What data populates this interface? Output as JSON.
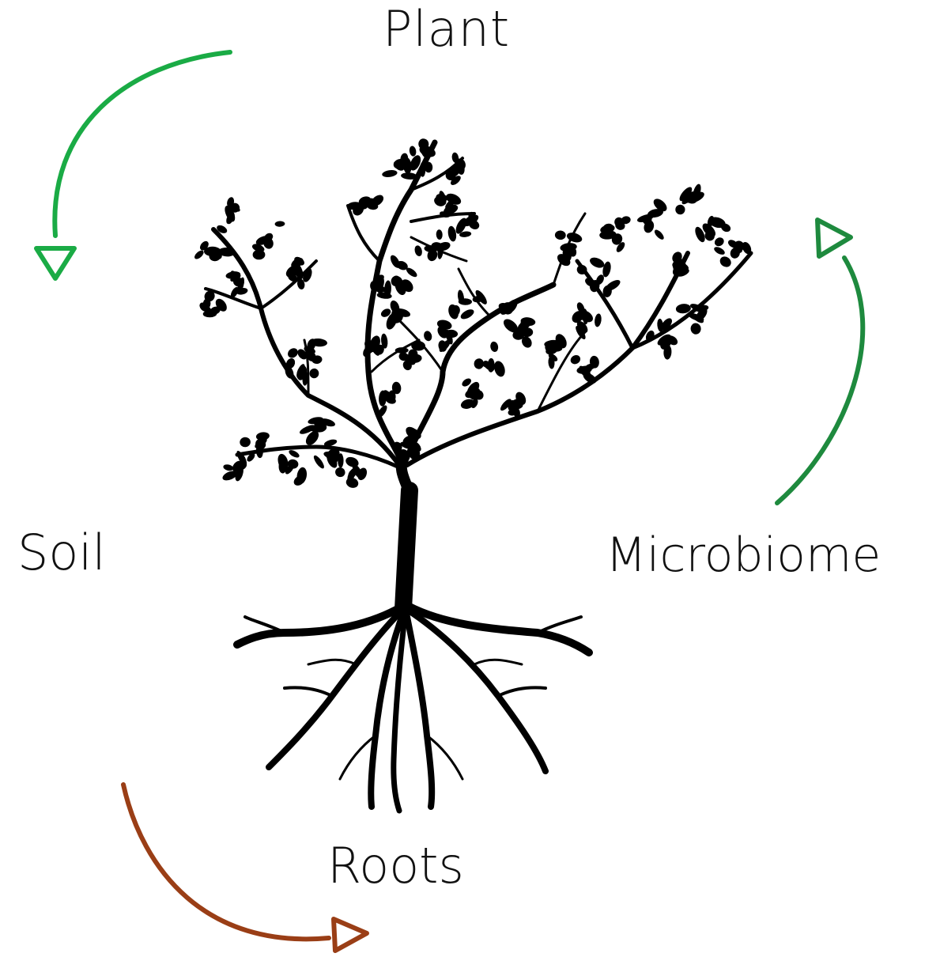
{
  "labels": {
    "plant": "Plant",
    "soil": "Soil",
    "microbiome": "Microbiome",
    "roots": "Roots"
  },
  "colors": {
    "plant_arrow": "#1aab45",
    "microbiome_arrow": "#1e8a3e",
    "roots_arrow": "#9a3e16",
    "tree": "#000000",
    "text": "#111111"
  },
  "icons": {
    "tree": "tree-silhouette-icon"
  }
}
